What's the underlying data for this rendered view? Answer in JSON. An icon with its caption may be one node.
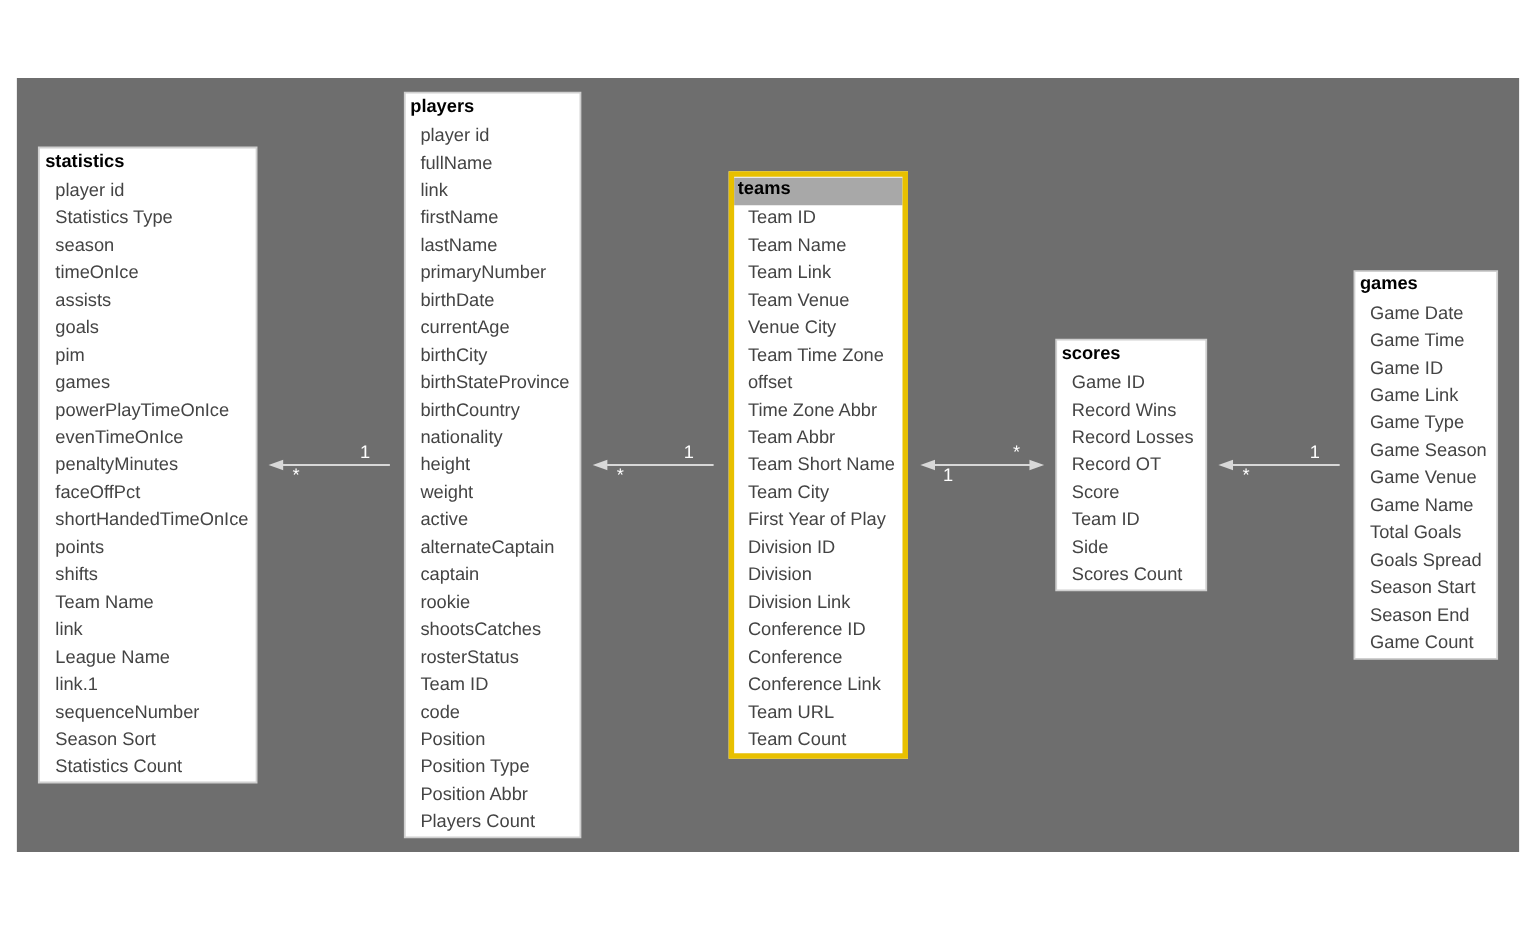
{
  "diagram": {
    "nodes": [
      {
        "text": [
          "statistics",
          "player id",
          "Statistics Type",
          "season",
          "timeOnIce",
          "assists",
          "goals",
          "pim",
          "games",
          "powerPlayTimeOnIce",
          "evenTimeOnIce",
          "penaltyMinutes",
          "faceOffPct",
          "shortHandedTimeOnIce",
          "points",
          "shifts",
          "Team Name",
          "link",
          "League Name",
          "link.1",
          "sequenceNumber",
          "Season Sort",
          "Statistics Count"
        ]
      },
      {
        "text": [
          "players",
          "player id",
          "fullName",
          "link",
          "firstName",
          "lastName",
          "primaryNumber",
          "birthDate",
          "currentAge",
          "birthCity",
          "birthStateProvince",
          "birthCountry",
          "nationality",
          "height",
          "weight",
          "active",
          "alternateCaptain",
          "captain",
          "rookie",
          "shootsCatches",
          "rosterStatus",
          "Team ID",
          "code",
          "Position",
          "Position Type",
          "Position Abbr",
          "Players Count"
        ]
      },
      {
        "text": [
          "teams",
          "Team ID",
          "Team Name",
          "Team Link",
          "Team Venue",
          "Venue City",
          "Team Time Zone",
          "offset",
          "Time Zone Abbr",
          "Team Abbr",
          "Team Short Name",
          "Team City",
          "First Year of Play",
          "Division ID",
          "Division",
          "Division Link",
          "Conference ID",
          "Conference",
          "Conference Link",
          "Team URL",
          "Team Count"
        ]
      },
      {
        "text": [
          "games",
          "Game Date",
          "Game Time",
          "Game ID",
          "Game Link",
          "Game Type",
          "Game Season",
          "Game Venue",
          "Game Name",
          "Total Goals",
          "Goals Spread",
          "Season Start",
          "Season End",
          "Game Count"
        ]
      },
      {
        "text": [
          "scores",
          "Game ID",
          "Record Wins",
          "Record Losses",
          "Record OT",
          "Score",
          "Team ID",
          "Side",
          "Scores Count"
        ]
      }
    ],
    "edges": [
      {
        "from": 1,
        "to": 0,
        "arrow": "to"
      },
      {
        "from": 2,
        "to": 1,
        "arrow": "to"
      },
      {
        "from": 3,
        "to": 4,
        "arrow": "to"
      },
      {
        "from": 2,
        "to": 4,
        "arrow": "both"
      }
    ],
    "labels": [
      "1",
      "*",
      "1",
      "*",
      "1",
      "*",
      "1",
      "*"
    ]
  }
}
